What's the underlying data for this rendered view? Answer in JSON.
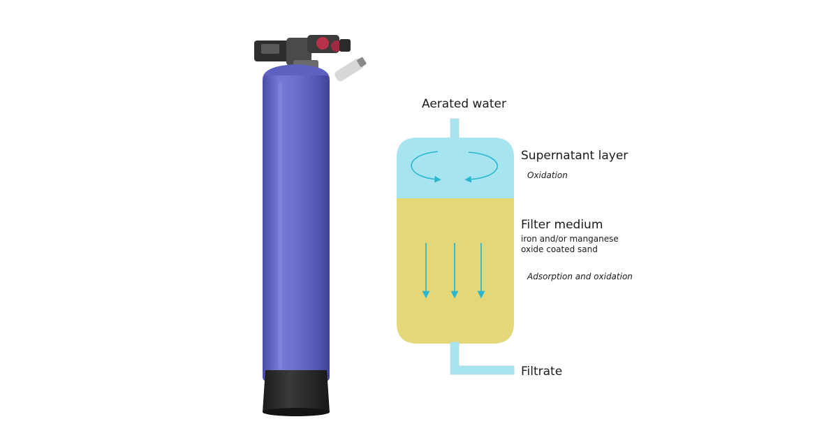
{
  "diagram": {
    "inlet_label": "Aerated water",
    "supernatant_label": "Supernatant layer",
    "supernatant_process": "Oxidation",
    "medium_label": "Filter medium",
    "medium_desc_line1": "iron and/or manganese",
    "medium_desc_line2": "oxide coated sand",
    "medium_process": "Adsorption and oxidation",
    "outlet_label": "Filtrate"
  },
  "colors": {
    "water": "#a6e4ef",
    "filter_medium": "#e3d777",
    "arrow": "#2bb6cf",
    "vessel_outline": "#b9dde3",
    "tank_body": "#6f72cc",
    "tank_base": "#2c2c2c",
    "control_head": "#3a3a3a"
  },
  "icons": {
    "tank": "water-filter-tank-icon",
    "circulation": "circular-flow-arrows-icon",
    "down_flow": "down-arrow-icon"
  }
}
